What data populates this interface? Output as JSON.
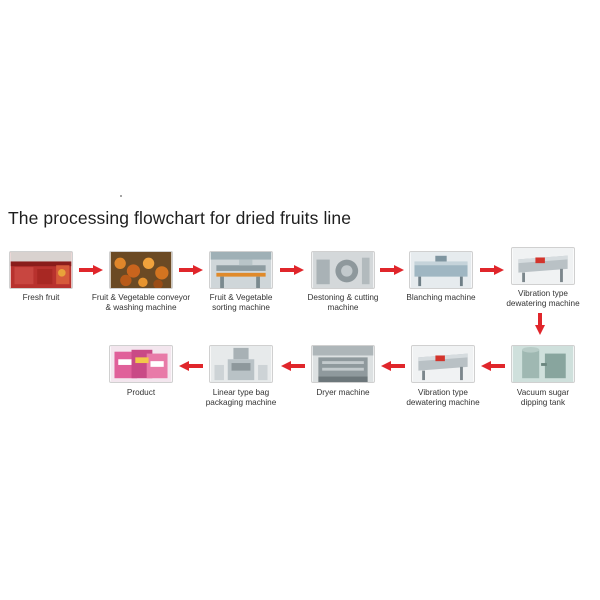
{
  "title": "The processing flowchart for dried fruits line",
  "row1": [
    {
      "line1": "Fresh fruit",
      "line2": ""
    },
    {
      "line1": "Fruit & Vegetable conveyor",
      "line2": "& washing machine"
    },
    {
      "line1": "Fruit & Vegetable",
      "line2": "sorting machine"
    },
    {
      "line1": "Destoning & cutting",
      "line2": "machine"
    },
    {
      "line1": "Blanching machine",
      "line2": ""
    },
    {
      "line1": "Vibration type",
      "line2": "dewatering machine"
    }
  ],
  "row2": [
    {
      "line1": "Product",
      "line2": ""
    },
    {
      "line1": "Linear type bag",
      "line2": "packaging machine"
    },
    {
      "line1": "Dryer machine",
      "line2": ""
    },
    {
      "line1": "Vibration type",
      "line2": "dewatering machine"
    },
    {
      "line1": "Vacuum sugar",
      "line2": "dipping tank"
    }
  ],
  "colors": {
    "arrow": "#e0262b",
    "text": "#333333"
  }
}
